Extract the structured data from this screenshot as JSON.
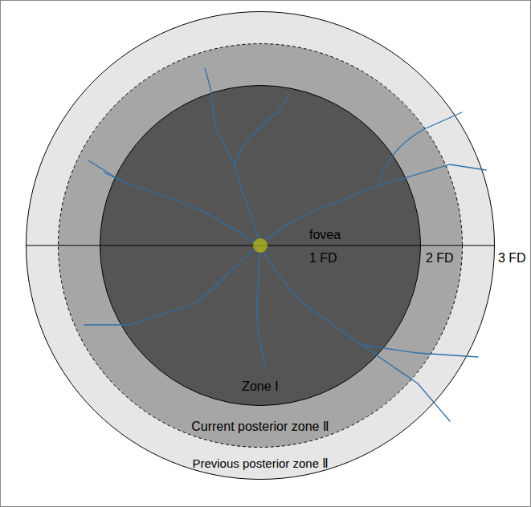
{
  "diagram": {
    "nodes": [
      {
        "text": [
          "Previous posterior zone Ⅱ"
        ]
      },
      {
        "text": [
          "Current posterior zone Ⅱ"
        ],
        "in": 0
      },
      {
        "text": [
          "Zone Ⅰ"
        ],
        "in": 1
      }
    ],
    "labels": [
      "fovea",
      "1 FD",
      "2 FD",
      "3 FD"
    ]
  }
}
